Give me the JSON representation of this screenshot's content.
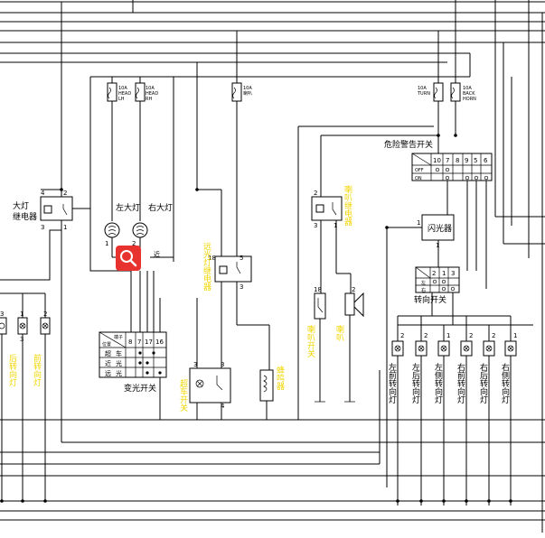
{
  "diagram": {
    "labels": {
      "headlamp_relay": [
        "大灯",
        "继电器"
      ],
      "left_headlamp": "左大灯",
      "right_headlamp": "右大灯",
      "near": "近",
      "dimmer_switch": "变光开关",
      "hazard_switch": "危险警告开关",
      "flasher": "闪光器",
      "turn_switch": "转向开关"
    },
    "fuses": [
      {
        "amp": "10A",
        "name": "HEAD",
        "side": "LH"
      },
      {
        "amp": "10A",
        "name": "HEAD",
        "side": "RH"
      },
      {
        "amp": "10A",
        "name": "喇叭"
      },
      {
        "amp": "10A",
        "name": "TURN"
      },
      {
        "amp": "10A",
        "name": "BACK",
        "side": "HORN"
      }
    ],
    "dimmer_table": {
      "header": [
        "端子",
        "位置"
      ],
      "terminals": [
        "8",
        "7",
        "17",
        "16"
      ],
      "rows": [
        "超",
        "车",
        "近",
        "光",
        "远",
        "光"
      ]
    },
    "hazard_table": {
      "terminals": [
        "10",
        "7",
        "8",
        "9",
        "5",
        "6"
      ],
      "rows": [
        "OFF",
        "ON"
      ]
    },
    "turn_table": {
      "terminals": [
        "2",
        "1",
        "3"
      ],
      "rows": [
        "左",
        "右"
      ]
    },
    "yellow_labels": {
      "left_indicator_a": "后转向灯",
      "left_indicator_b": "前转向灯",
      "dimmer_relay": "远光灯继电器",
      "passing_switch": "超车开关",
      "horn_relay": "喇叭继电器",
      "horn_switch": "喇叭开关",
      "horn": "喇叭",
      "buzzer": "蜂鸣器"
    },
    "lamps": [
      "左前转向灯",
      "左后转向灯",
      "左侧转向灯",
      "右前转向灯",
      "右后转向灯",
      "右侧转向灯"
    ],
    "pin_numbers": {
      "relay": [
        "4",
        "2",
        "3",
        "1"
      ],
      "bulbs": [
        "1",
        "2",
        "3",
        "1",
        "2",
        "3"
      ],
      "misc": [
        "5",
        "3",
        "4",
        "2",
        "3",
        "1",
        "2",
        "1",
        "3",
        "4",
        "1",
        "1",
        "2",
        "18"
      ]
    }
  },
  "zoom_button": {
    "icon": "magnify"
  },
  "colors": {
    "wire": "#000000",
    "yellow": "#f2d600",
    "zoom": "#e8322f"
  }
}
